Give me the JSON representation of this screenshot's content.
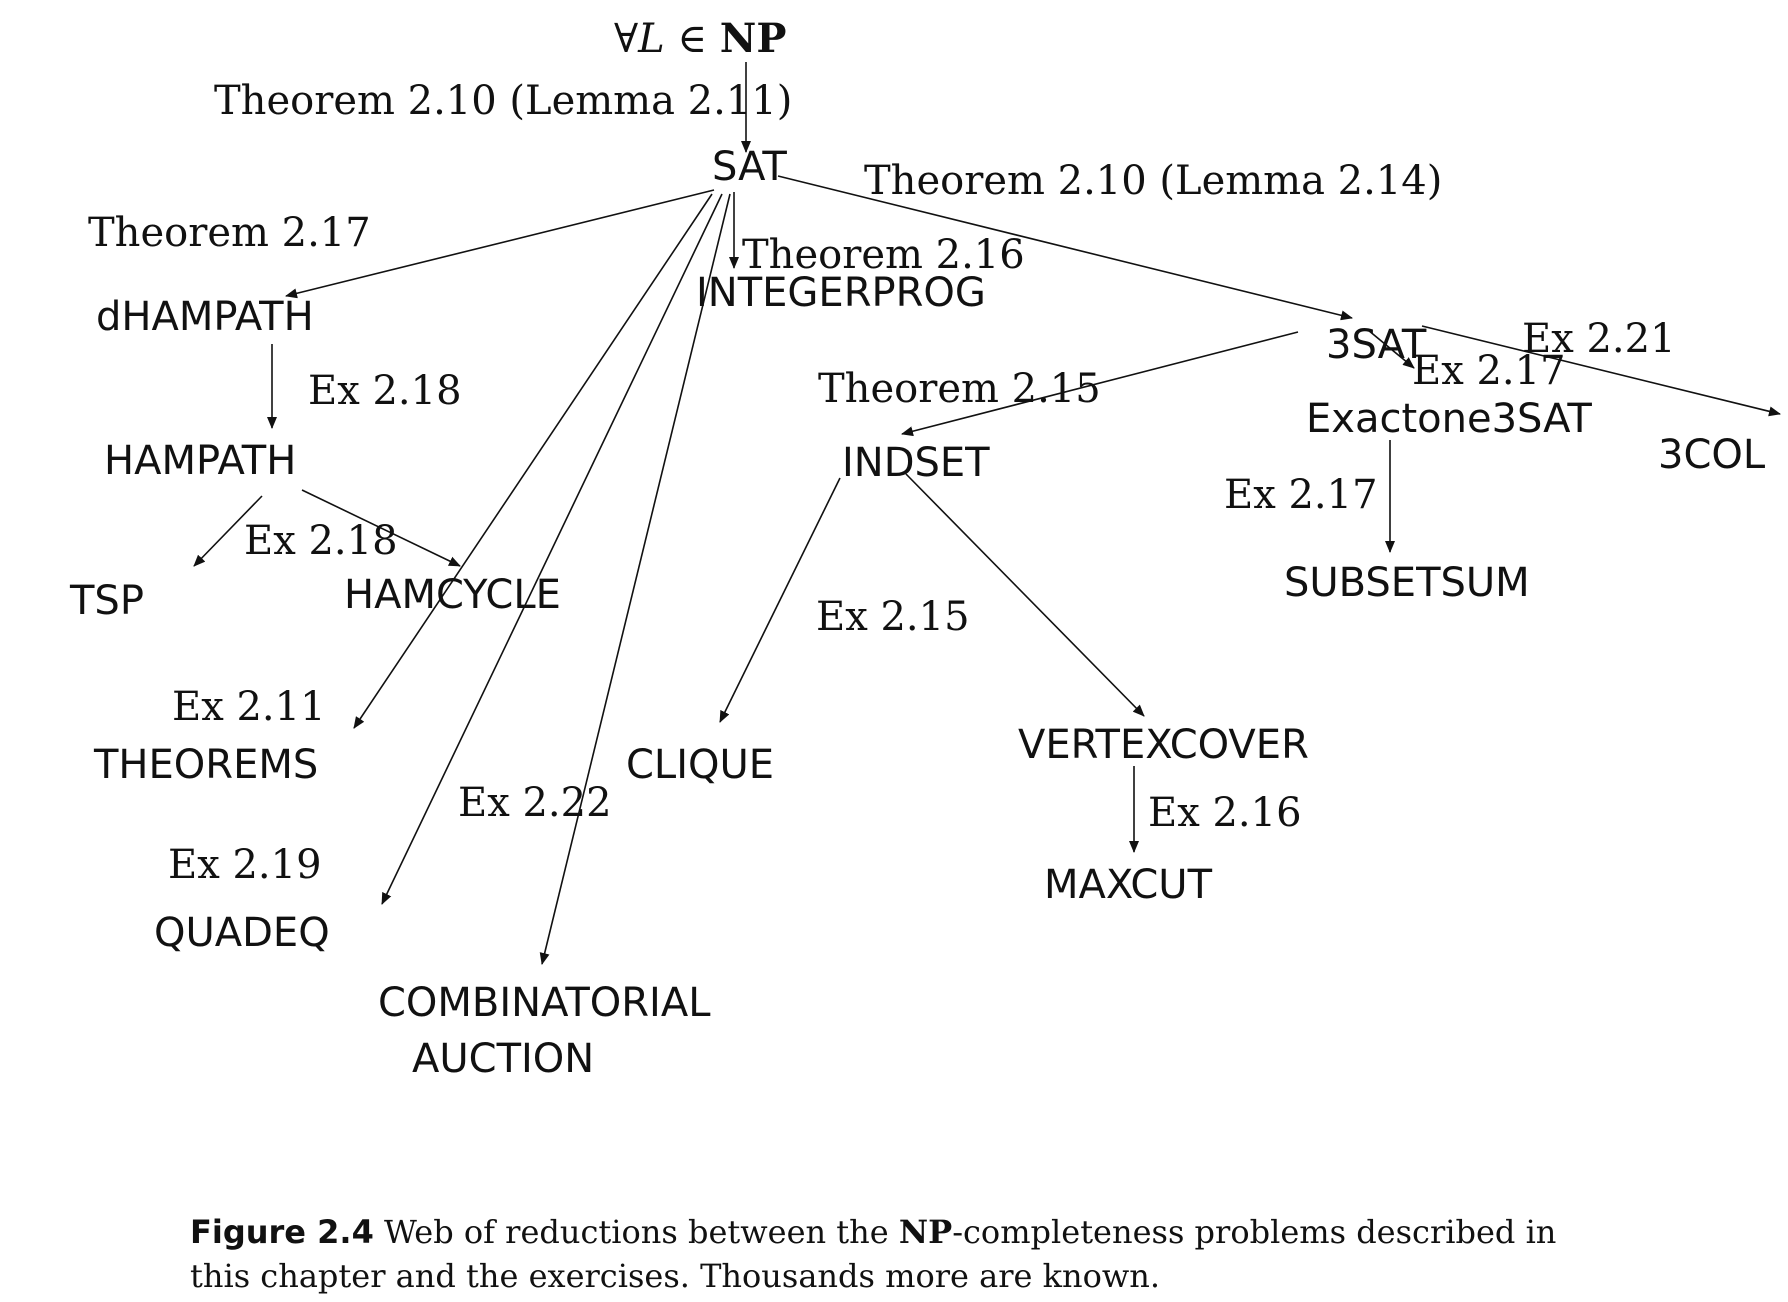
{
  "root": {
    "prefix": "∀L ∈ ",
    "class": "NP"
  },
  "nodes": {
    "sat": "SAT",
    "integerprog": "INTEGERPROG",
    "dhampath": "dHAMPATH",
    "hampath": "HAMPATH",
    "tsp": "TSP",
    "hamcycle": "HAMCYCLE",
    "theorems": "THEOREMS",
    "quadeq": "QUADEQ",
    "combinatorial_auction": [
      "COMBINATORIAL",
      "AUCTION"
    ],
    "clique": "CLIQUE",
    "indset": "INDSET",
    "vertexcover": "VERTEXCOVER",
    "maxcut": "MAXCUT",
    "threesat": "3SAT",
    "exactone3sat": "Exactone3SAT",
    "subsetsum": "SUBSETSUM",
    "threecol": "3COL"
  },
  "edge_labels": {
    "np_sat": "Theorem 2.10 (Lemma 2.11)",
    "sat_3sat": "Theorem 2.10 (Lemma 2.14)",
    "sat_dhampath": "Theorem 2.17",
    "sat_integerprog": "Theorem 2.16",
    "dhampath_hampath": "Ex 2.18",
    "hampath_children": "Ex 2.18",
    "sat_theorems": "Ex 2.11",
    "sat_quadeq": "Ex 2.19",
    "sat_auction": "Ex 2.22",
    "threesat_indset": "Theorem 2.15",
    "indset_clique": "Ex 2.15",
    "vertexcover_maxcut": "Ex 2.16",
    "threesat_exactone": "Ex 2.17",
    "exactone_subsetsum": "Ex 2.17",
    "threesat_3col": "Ex 2.21"
  },
  "caption": {
    "label": "Figure 2.4",
    "text_before": " Web of reductions between the ",
    "np": "NP",
    "text_after": "-completeness problems described in this chapter and the exercises. Thousands more are known."
  }
}
